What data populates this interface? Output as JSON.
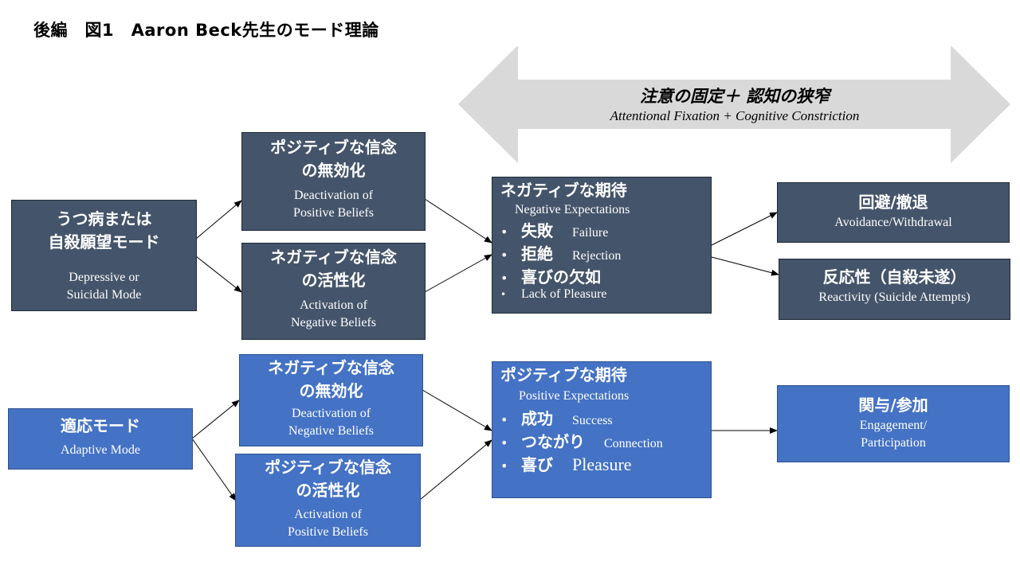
{
  "title": "後編　図1　Aaron Beck先生のモード理論",
  "banner": {
    "jp": "注意の固定＋ 認知の狭窄",
    "en": "Attentional Fixation + Cognitive Constriction"
  },
  "depressive_mode": {
    "jp_line1": "うつ病または",
    "jp_line2": "自殺願望モード",
    "en_line1": "Depressive or",
    "en_line2": "Suicidal Mode"
  },
  "deact_positive": {
    "jp_line1": "ポジティブな信念",
    "jp_line2": "の無効化",
    "en_line1": "Deactivation of",
    "en_line2": "Positive Beliefs"
  },
  "act_negative": {
    "jp_line1": "ネガティブな信念",
    "jp_line2": "の活性化",
    "en_line1": "Activation of",
    "en_line2": "Negative Beliefs"
  },
  "negative_expectations": {
    "jp": "ネガティブな期待",
    "en": "Negative Expectations",
    "items": [
      {
        "bullet": "•",
        "jp": "失敗",
        "en": "Failure"
      },
      {
        "bullet": "•",
        "jp": "拒絶",
        "en": "Rejection"
      },
      {
        "bullet": "•",
        "jp": "喜びの欠如",
        "en": ""
      },
      {
        "bullet": "•",
        "jp": "",
        "en": "Lack of Pleasure"
      }
    ]
  },
  "avoidance": {
    "jp": "回避/撤退",
    "en": "Avoidance/Withdrawal"
  },
  "reactivity": {
    "jp": "反応性（自殺未遂）",
    "en": "Reactivity (Suicide Attempts)"
  },
  "adaptive_mode": {
    "jp": "適応モード",
    "en": "Adaptive Mode"
  },
  "deact_negative": {
    "jp_line1": "ネガティブな信念",
    "jp_line2": "の無効化",
    "en_line1": "Deactivation of",
    "en_line2": "Negative Beliefs"
  },
  "act_positive": {
    "jp_line1": "ポジティブな信念",
    "jp_line2": "の活性化",
    "en_line1": "Activation of",
    "en_line2": "Positive Beliefs"
  },
  "positive_expectations": {
    "jp": "ポジティブな期待",
    "en": "Positive Expectations",
    "items": [
      {
        "bullet": "•",
        "jp": "成功",
        "en": "Success"
      },
      {
        "bullet": "•",
        "jp": "つながり",
        "en": "Connection"
      },
      {
        "bullet": "•",
        "jp": "喜び",
        "en": "Pleasure"
      }
    ]
  },
  "engagement": {
    "jp": "関与/参加",
    "en_line1": "Engagement/",
    "en_line2": "Participation"
  },
  "colors": {
    "dark_box": "#44546a",
    "blue_box": "#4472c4",
    "banner_arrow": "#d9d9d9"
  }
}
